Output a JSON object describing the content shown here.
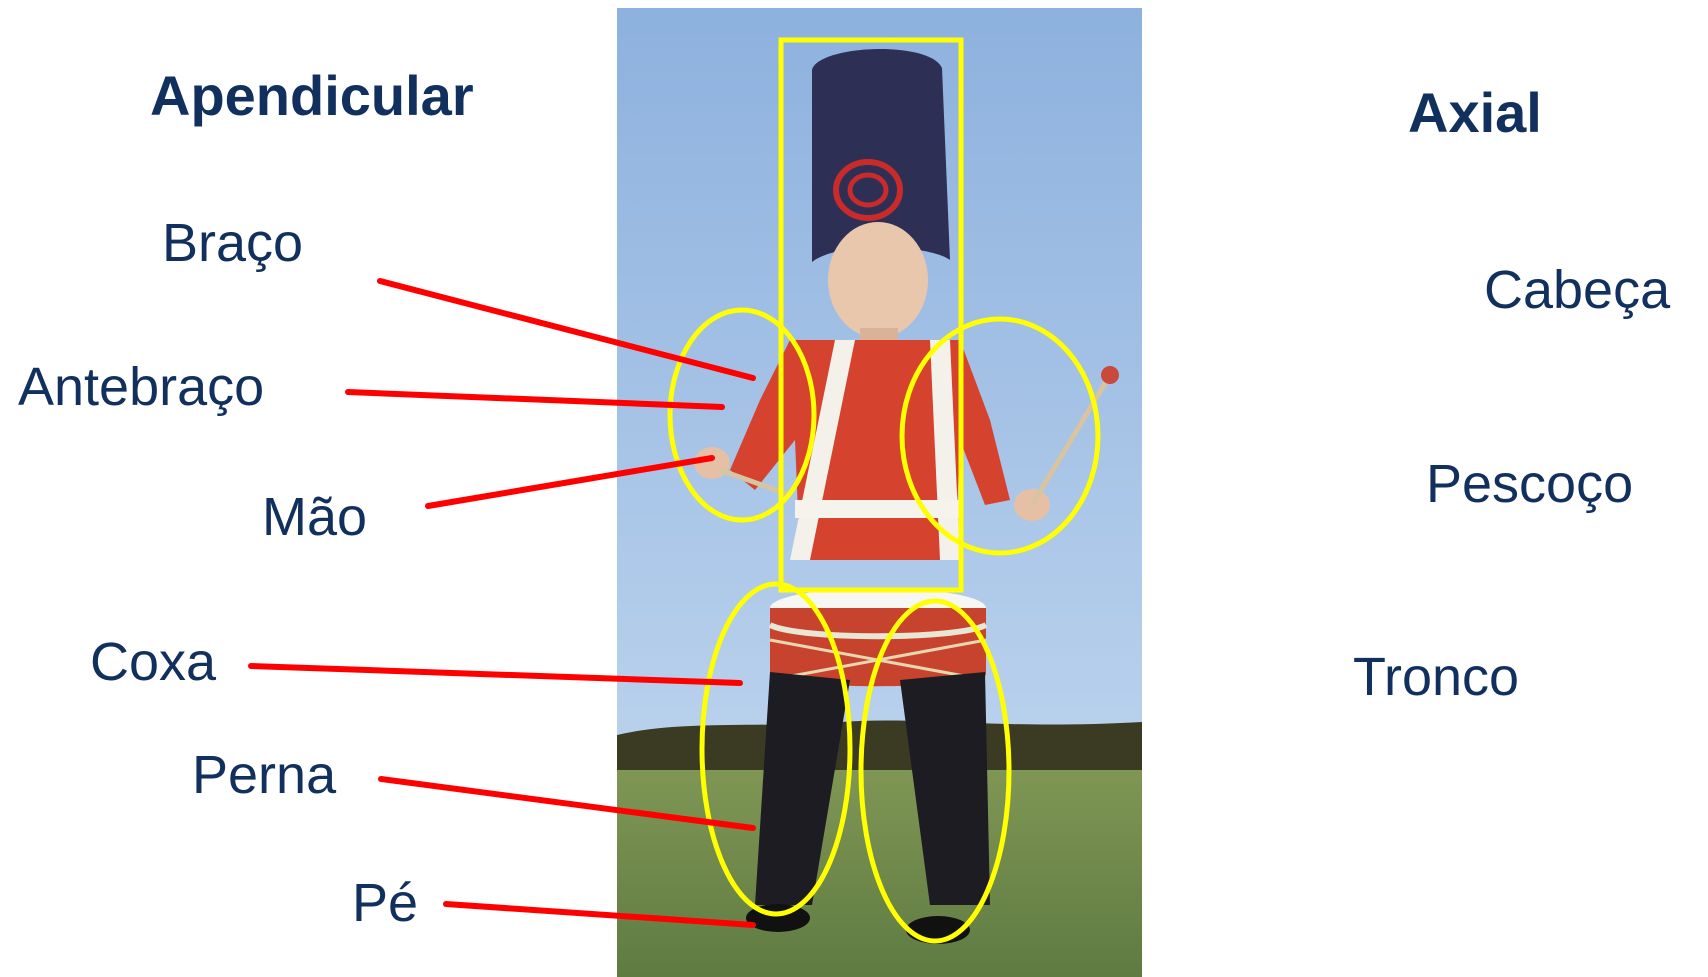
{
  "headings": {
    "appendicular": "Apendicular",
    "axial": "Axial"
  },
  "appendicular_parts": [
    "Braço",
    "Antebraço",
    "Mão",
    "Coxa",
    "Perna",
    "Pé"
  ],
  "axial_parts": [
    "Cabeça",
    "Pescoço",
    "Tronco"
  ],
  "colors": {
    "text": "#12305e",
    "pointer_lines": "#ff0000",
    "region_outlines": "#ffff00",
    "sky": "#9fc0e4",
    "grass": "#6f8a4c"
  },
  "photo": {
    "subject": "child in drummer uniform with tall hat and drum"
  }
}
